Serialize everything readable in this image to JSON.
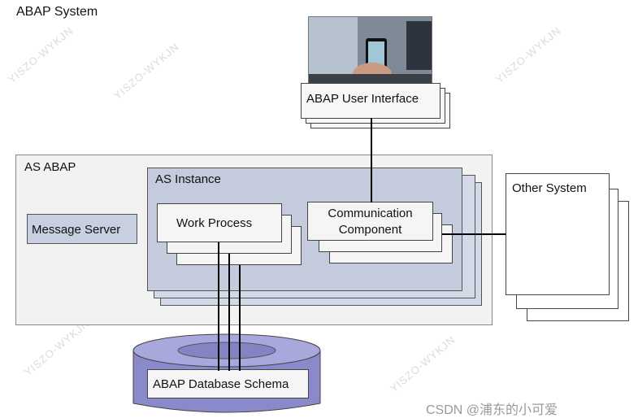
{
  "title": "ABAP System",
  "ui": {
    "label": "ABAP User Interface"
  },
  "as_abap": {
    "label": "AS ABAP"
  },
  "as_instance": {
    "label": "AS Instance"
  },
  "message_server": {
    "label": "Message Server"
  },
  "work_process": {
    "label": "Work Process"
  },
  "communication": {
    "line1": "Communication",
    "line2": "Component"
  },
  "other_system": {
    "label": "Other System"
  },
  "database": {
    "label": "ABAP Database Schema"
  },
  "watermark": "YISZO-WYKJN",
  "credit": "CSDN @浦东的小可爱",
  "colors": {
    "instance_fill": "#c3cbdc",
    "db_cylinder": "#8a89c9",
    "lines": "#000000"
  }
}
